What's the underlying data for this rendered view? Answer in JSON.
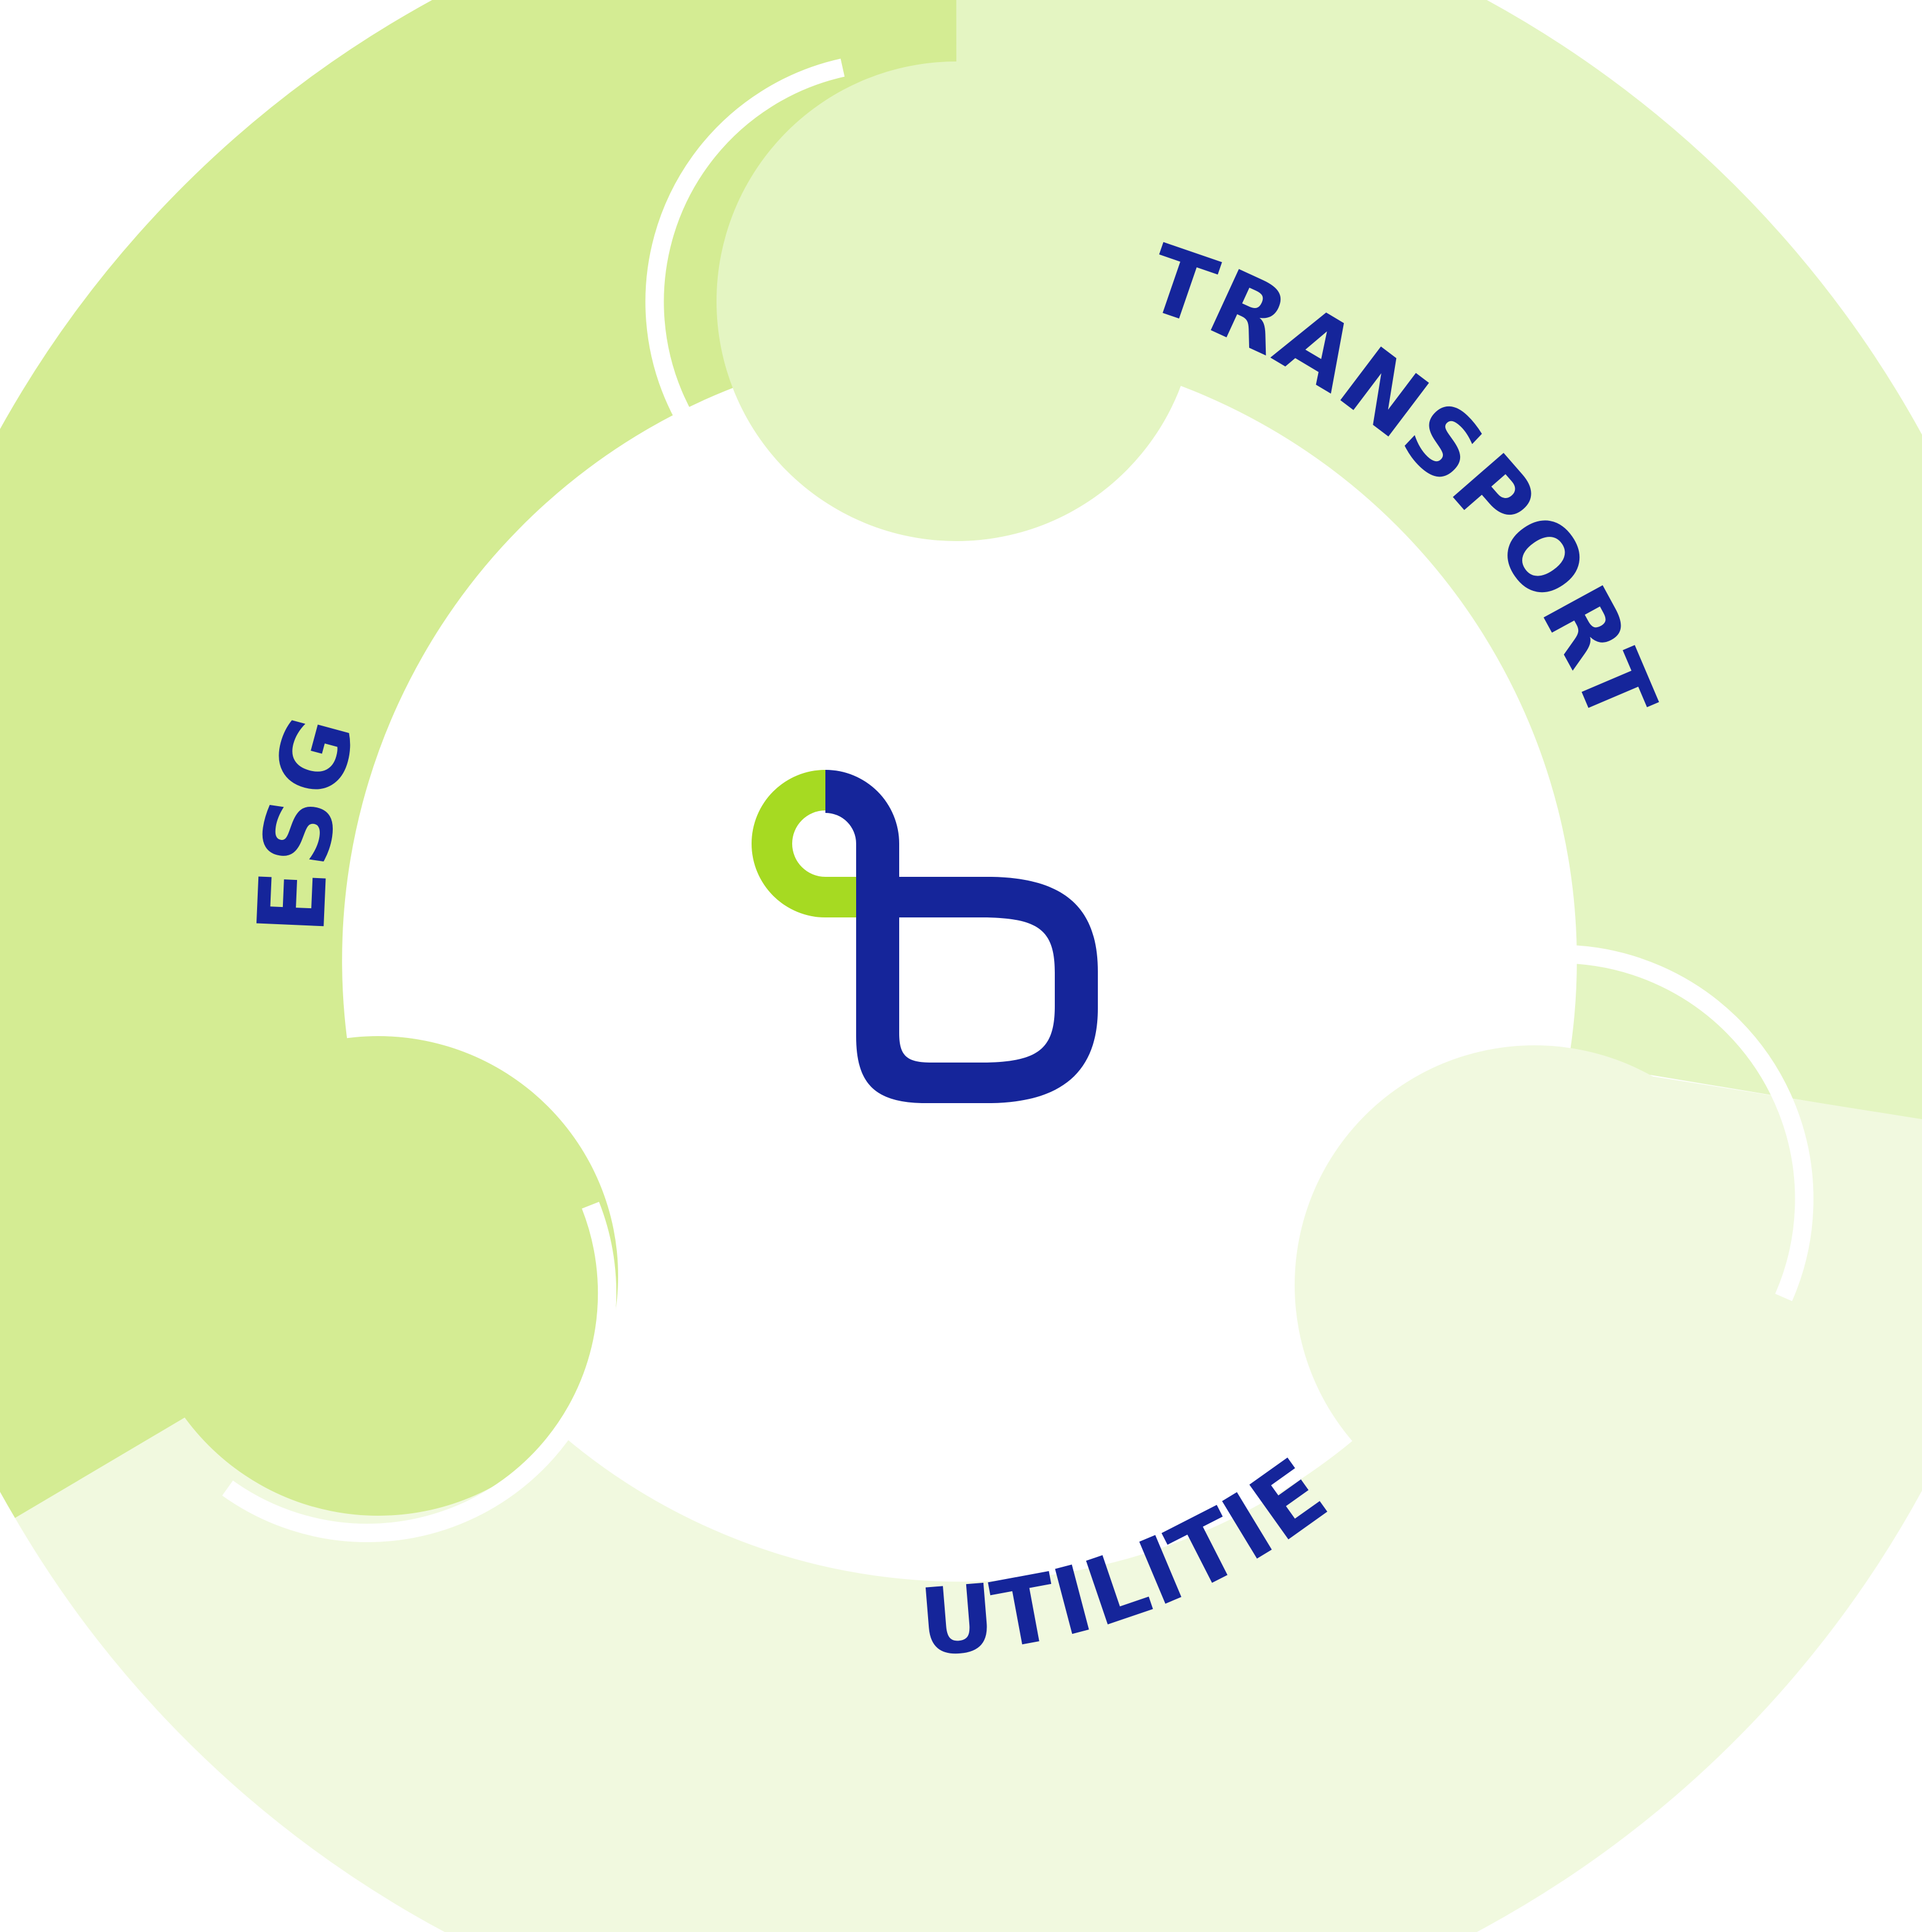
{
  "diagram": {
    "segments": [
      {
        "id": "esg",
        "label": "ESG",
        "color": "#d4ec93"
      },
      {
        "id": "transport",
        "label": "TRANSPORT",
        "color": "#e4f5c2"
      },
      {
        "id": "utilities",
        "label": "UTILITIES",
        "color": "#f1f9df"
      }
    ],
    "label_color": "#15259a",
    "logo": {
      "primary_color": "#15259a",
      "accent_color": "#a6da22"
    }
  }
}
